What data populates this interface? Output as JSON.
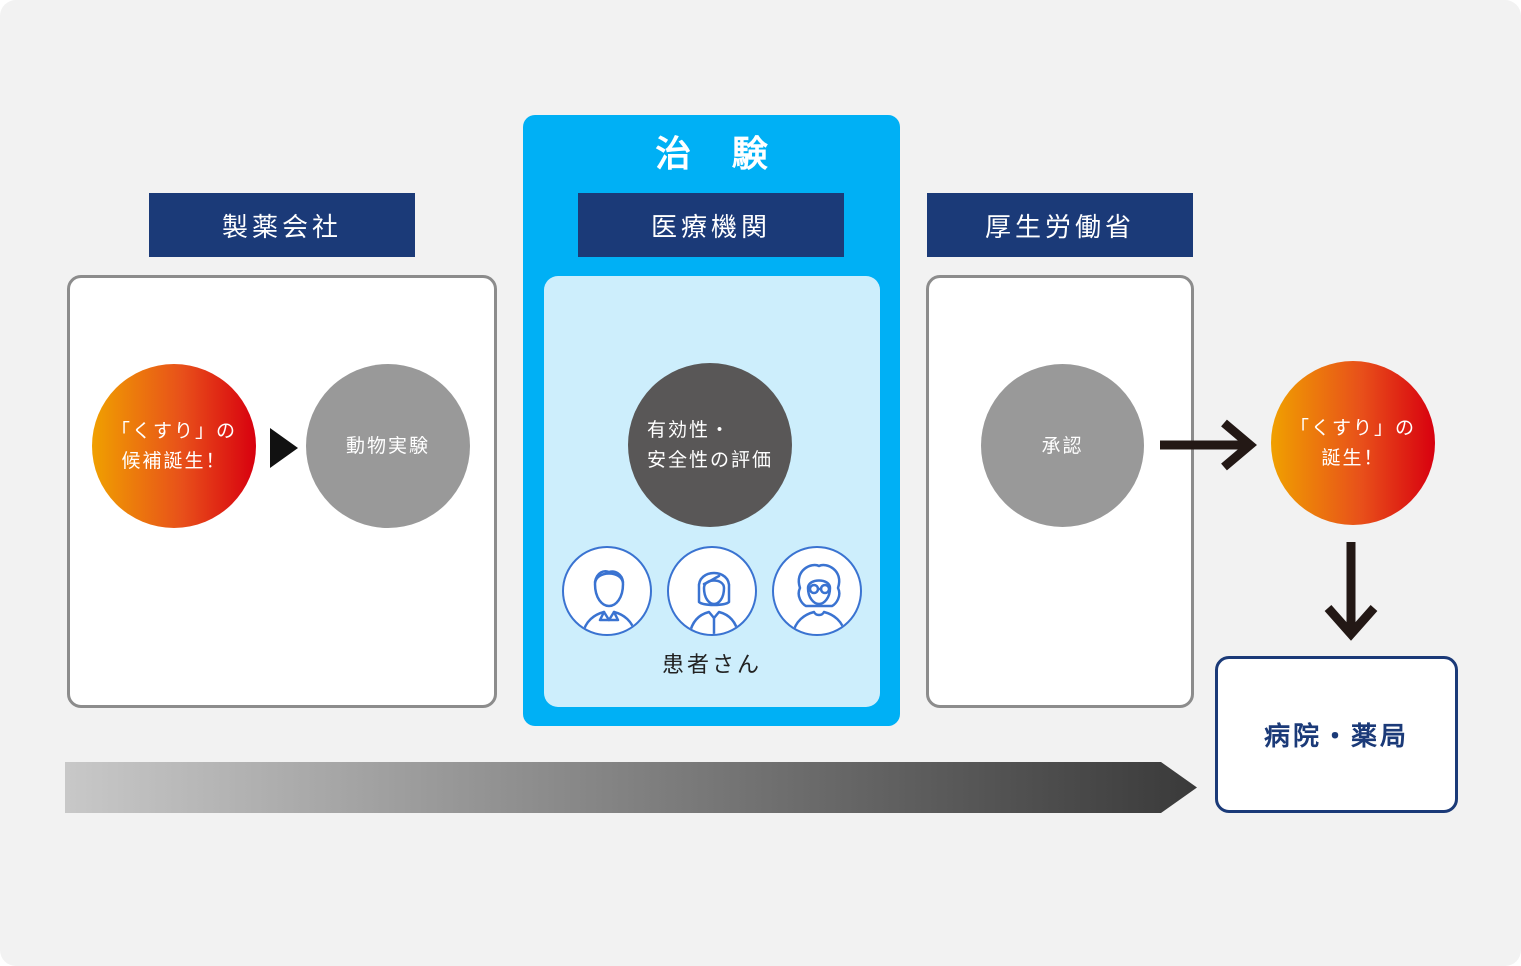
{
  "trial": {
    "title": "治 験"
  },
  "labels": {
    "pharma": "製薬会社",
    "medical": "医療機関",
    "ministry": "厚生労働省"
  },
  "circles": {
    "candidate": {
      "line1": "「くすり」の",
      "line2": "候補誕生！"
    },
    "animal_test": "動物実験",
    "evaluation": {
      "line1": "有効性・",
      "line2": "安全性の評価"
    },
    "approval": "承認",
    "birth": {
      "line1": "「くすり」の",
      "line2": "誕生！"
    }
  },
  "patients": {
    "label": "患者さん"
  },
  "hospital": {
    "label": "病院・薬局"
  },
  "colors": {
    "navy": "#1b3a78",
    "trial_blue": "#00b0f5",
    "light_blue": "#cdeefc",
    "gray_circle": "#999999",
    "dark_circle": "#595757",
    "icon_blue": "#3a73d1"
  },
  "icons": [
    "man-icon",
    "woman-icon",
    "elderly-woman-icon"
  ]
}
